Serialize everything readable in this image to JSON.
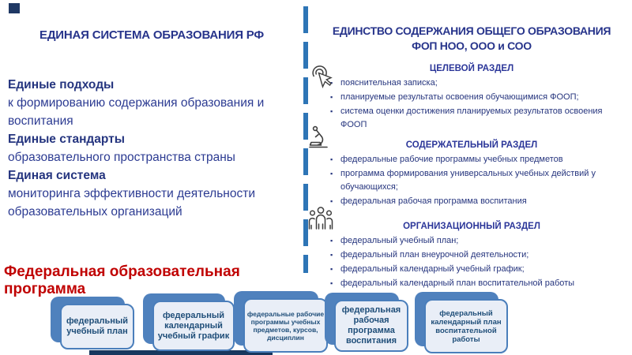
{
  "left_panel": {
    "title": "ЕДИНАЯ СИСТЕМА ОБРАЗОВАНИЯ РФ",
    "items": [
      {
        "heading": "Единые подходы",
        "body": "к формированию содержания образования и воспитания"
      },
      {
        "heading": "Единые стандарты",
        "body": "образовательного пространства страны"
      },
      {
        "heading": "Единая система",
        "body": "мониторинга эффективности деятельности образовательных организаций"
      }
    ],
    "footer_title": "Федеральная образовательная программа"
  },
  "right_panel": {
    "title_line1": "ЕДИНСТВО СОДЕРЖАНИЯ ОБЩЕГО ОБРАЗОВАНИЯ",
    "title_line2": "ФОП НОО, ООО и СОО",
    "sections": [
      {
        "icon": "click-icon",
        "header": "ЦЕЛЕВОЙ РАЗДЕЛ",
        "bullets": [
          "пояснительная записка;",
          "планируемые результаты освоения обучающимися ФООП;",
          "система оценки  достижения планируемых результатов освоения ФООП"
        ]
      },
      {
        "icon": "microscope-icon",
        "header": "СОДЕРЖАТЕЛЬНЫЙ РАЗДЕЛ",
        "bullets": [
          "федеральные рабочие  программы учебных предметов",
          "программа формирования  универсальных учебных  действий у обучающихся;",
          "федеральная рабочая программа воспитания"
        ]
      },
      {
        "icon": "people-icon",
        "header": "ОРГАНИЗАЦИОННЫЙ РАЗДЕЛ",
        "bullets": [
          "федеральный учебный  план;",
          "федеральный план внеурочной деятельности;",
          "федеральный  календарный учебный  график;",
          "федеральный  календарный план  воспитательной работы"
        ]
      }
    ]
  },
  "cards": [
    {
      "label": "федеральный учебный план"
    },
    {
      "label": "федеральный календарный учебный график"
    },
    {
      "label": "федеральные рабочие программы учебных предметов, курсов, дисциплин"
    },
    {
      "label": "федеральная рабочая программа воспитания"
    },
    {
      "label": "федеральный календарный план воспитательной работы"
    }
  ],
  "colors": {
    "title_blue": "#27348B",
    "body_blue": "#2C3B92",
    "navy": "#1F3864",
    "divider_blue": "#2E75B6",
    "card_accent": "#4F81BD",
    "card_front_bg": "#E9EEF7",
    "card_text": "#1F4E79",
    "red": "#C00000"
  }
}
